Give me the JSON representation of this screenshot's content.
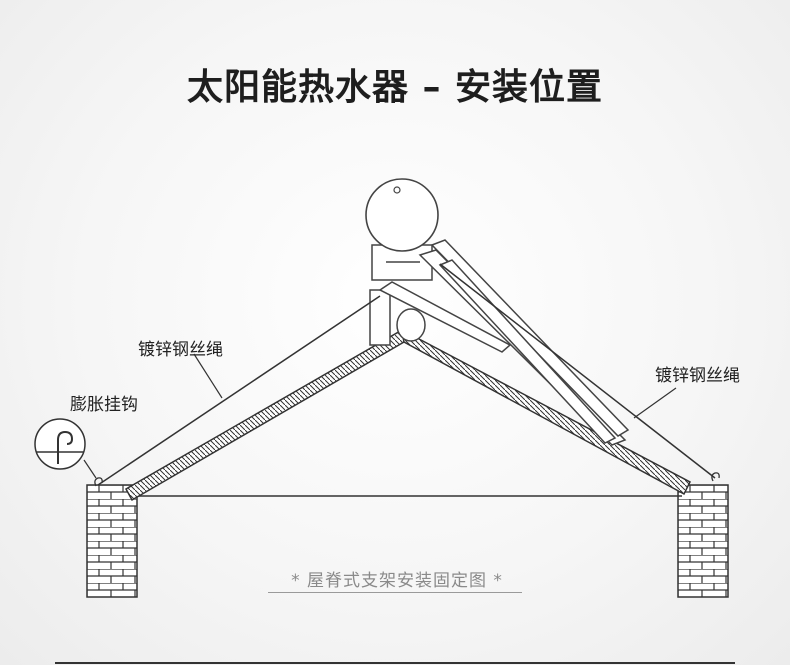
{
  "title": "太阳能热水器 – 安装位置",
  "labels": {
    "wire_rope_left": "镀锌钢丝绳",
    "wire_rope_right": "镀锌钢丝绳",
    "expansion_hook": "膨胀挂钩"
  },
  "caption": "* 屋脊式支架安装固定图 *"
}
